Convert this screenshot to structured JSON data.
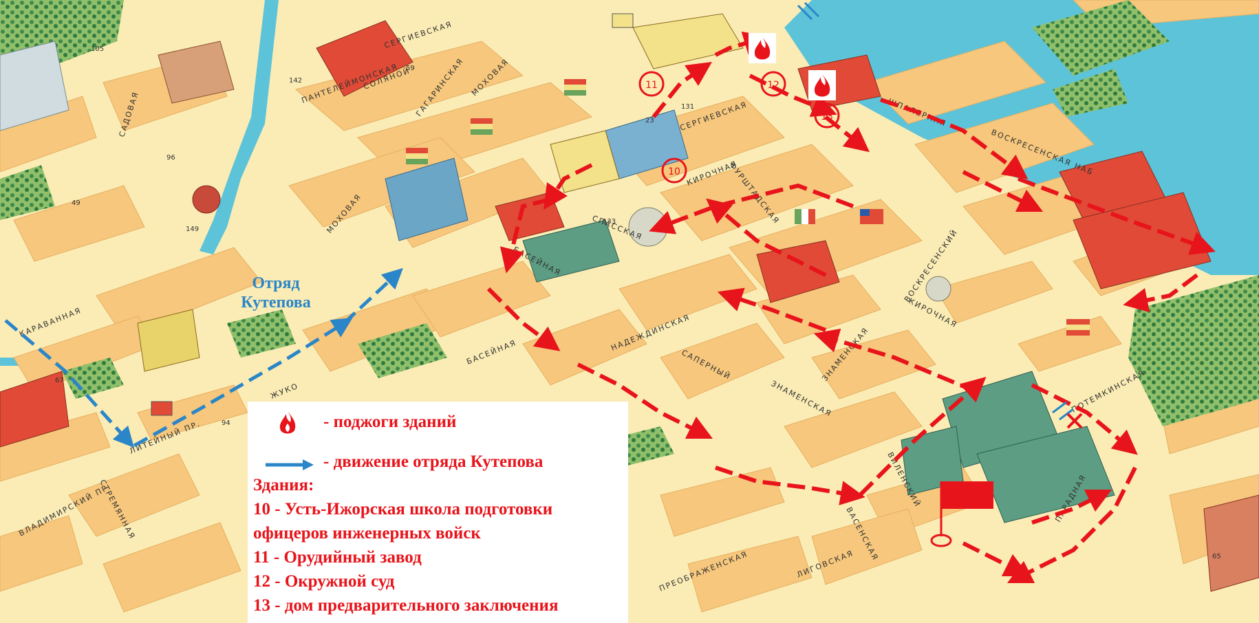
{
  "colors": {
    "block": "#f6c77c",
    "street": "#fbecb5",
    "water": "#5dc3d8",
    "route_red": "#e8141b",
    "route_blue": "#2a86c8",
    "roof_red": "#e04a36",
    "building_green": "#5c9d84",
    "park": "#6aa45c"
  },
  "streets": [
    {
      "id": "sergievskaya-top",
      "label": "СЕРГИЕВСКАЯ"
    },
    {
      "id": "sergievskaya",
      "label": "СЕРГИЕВСКАЯ"
    },
    {
      "id": "panteleimonskaya",
      "label": "ПАНТЕЛЕЙМОНСКАЯ"
    },
    {
      "id": "solyanoy",
      "label": "СОЛЯНОЙ"
    },
    {
      "id": "gagarinskaya",
      "label": "ГАГАРИНСКАЯ"
    },
    {
      "id": "mokhovaya",
      "label": "МОХОВАЯ"
    },
    {
      "id": "mokhovaya-lower",
      "label": "МОХОВАЯ"
    },
    {
      "id": "sadovaya",
      "label": "САДОВАЯ"
    },
    {
      "id": "karavannaya",
      "label": "КАРАВАННАЯ"
    },
    {
      "id": "shpalernaya",
      "label": "ШПАЛЕРНАЯ"
    },
    {
      "id": "voskresenskaya-nab",
      "label": "ВОСКРЕСЕНСКАЯ НАБ"
    },
    {
      "id": "kirochnaya",
      "label": "КИРОЧНАЯ"
    },
    {
      "id": "furshtadskaya",
      "label": "ФУРШТАДСКАЯ"
    },
    {
      "id": "spasskaya",
      "label": "СПАССКАЯ"
    },
    {
      "id": "basseynaya",
      "label": "БАСЕЙНАЯ"
    },
    {
      "id": "basseynaya-left",
      "label": "БАСЕЙНАЯ"
    },
    {
      "id": "nadezhdinskaya",
      "label": "НАДЕЖДИНСКАЯ"
    },
    {
      "id": "salernyy",
      "label": "САПЕРНЫЙ"
    },
    {
      "id": "znamenskaya",
      "label": "ЗНАМЕНСКАЯ"
    },
    {
      "id": "znamenskaya-2",
      "label": "ЗНАМЕНСКАЯ"
    },
    {
      "id": "voskresenskiy",
      "label": "ВОСКРЕСЕНСКИЙ"
    },
    {
      "id": "kirochnaya-right",
      "label": "КИРОЧНАЯ"
    },
    {
      "id": "liteynyy",
      "label": "ЛИТЕЙНЫЙ ПР."
    },
    {
      "id": "zhukovskogo",
      "label": "ЖУКО"
    },
    {
      "id": "vladimirskiy",
      "label": "ВЛАДИМИРСКИЙ ПР."
    },
    {
      "id": "stremyannaya",
      "label": "СТРЕМЯННАЯ"
    },
    {
      "id": "preobrazhenskaya",
      "label": "ПРЕОБРАЖЕНСКАЯ"
    },
    {
      "id": "ligovskaya",
      "label": "ЛИГОВСКАЯ"
    },
    {
      "id": "paradnaya",
      "label": "ПАРАДНАЯ"
    },
    {
      "id": "potemkinskaya",
      "label": "ПОТЕМКИНСКАЯ"
    },
    {
      "id": "vasilenskaya",
      "label": "ВАСЕНСКАЯ"
    },
    {
      "id": "viazemskaya",
      "label": "ВИЛЕНСКИЙ"
    }
  ],
  "map_numbers": [
    "142",
    "131",
    "23",
    "133",
    "96",
    "49",
    "149",
    "67",
    "94",
    "65",
    "59",
    "105"
  ],
  "markers": [
    {
      "id": "building-11",
      "label": "11"
    },
    {
      "id": "building-10",
      "label": "10"
    },
    {
      "id": "building-12",
      "label": "12"
    },
    {
      "id": "building-13",
      "label": "13"
    }
  ],
  "detachment_label": "Отряд Кутепова",
  "legend": {
    "fire_text": "- поджоги зданий",
    "fire_icon": "fire-icon",
    "arrow_text": "- движение отряда Кутепова",
    "arrow_icon": "blue-arrow-icon",
    "heading": "Здания:",
    "buildings": [
      "10 - Усть-Ижорская школа подготовки",
      "офицеров инженерных войск",
      "11 - Орудийный завод",
      "12 - Окружной суд",
      "13 - дом предварительного заключения"
    ]
  }
}
